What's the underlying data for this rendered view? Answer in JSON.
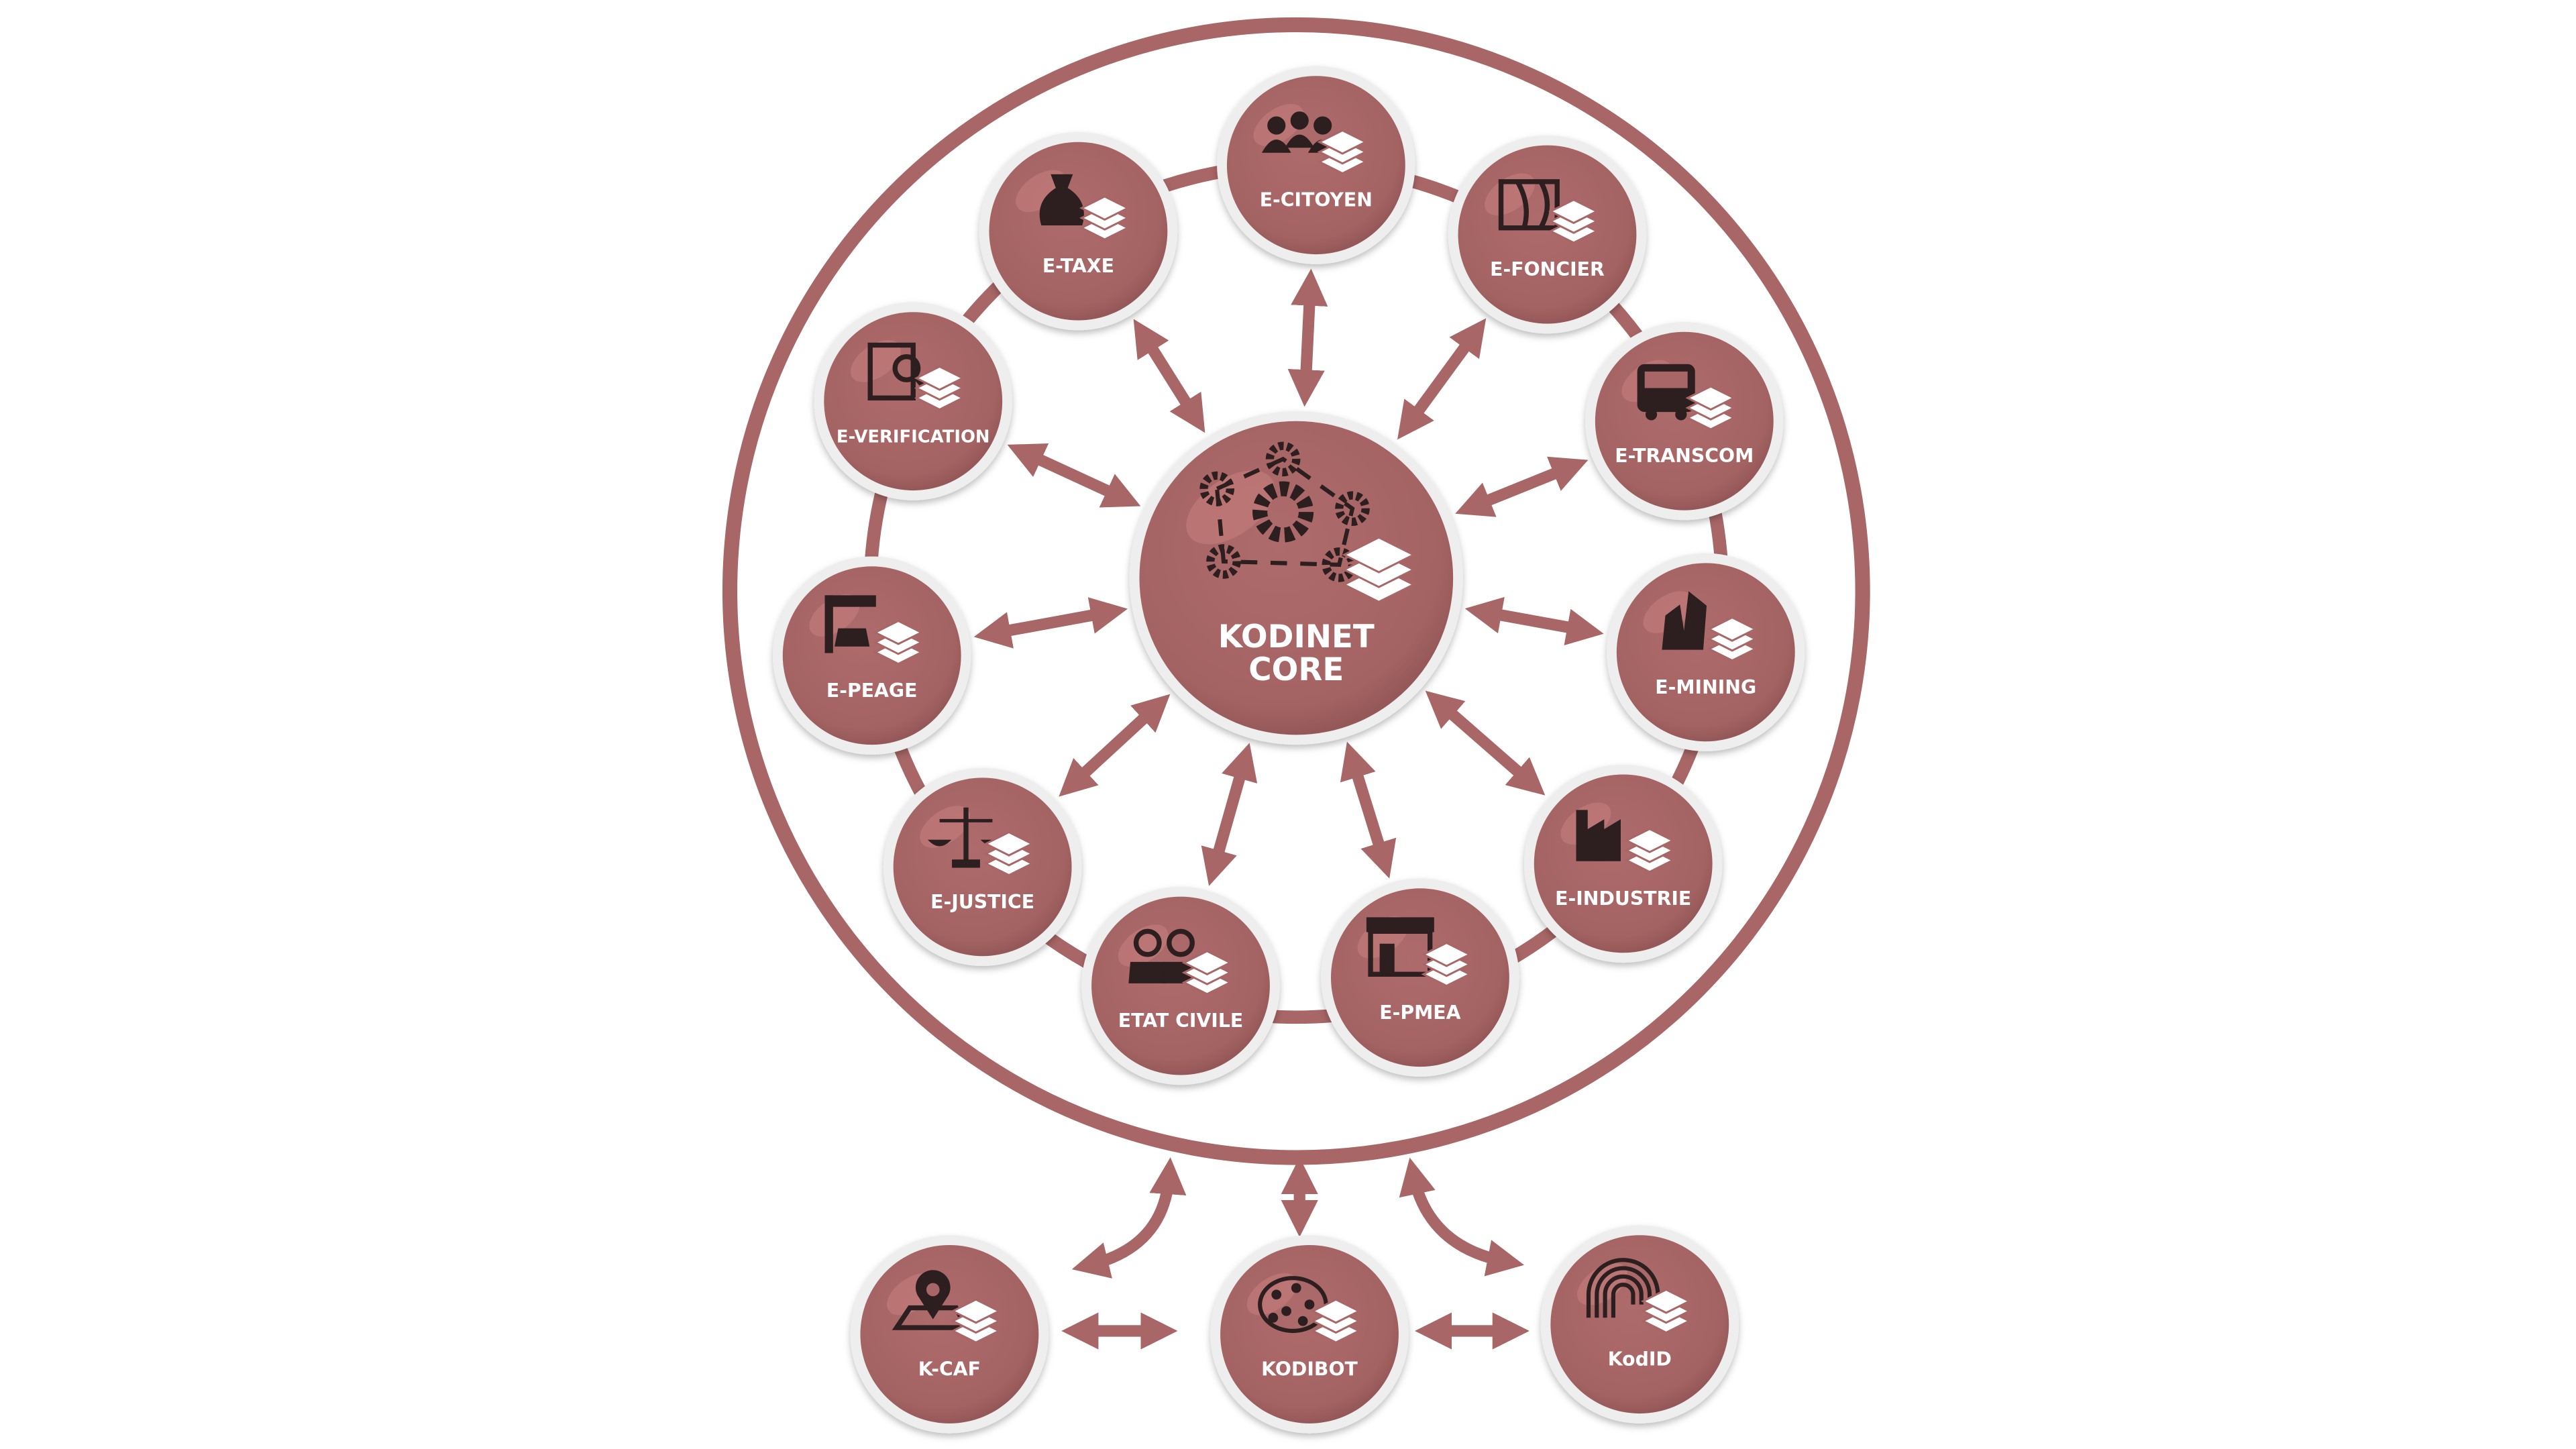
{
  "colors": {
    "primary": "#a86666",
    "primary_dark": "#955858",
    "highlight": "#c27a7a",
    "icon": "#2d1f1f",
    "rim": "#eeeeee",
    "text": "#ffffff"
  },
  "core": {
    "label_line1": "KODINET",
    "label_line2": "CORE",
    "icon": "gear-network-icon"
  },
  "modules": [
    {
      "label": "E-CITOYEN",
      "icon": "people-icon"
    },
    {
      "label": "E-TAXE",
      "icon": "money-bag-icon"
    },
    {
      "label": "E-FONCIER",
      "icon": "land-map-icon"
    },
    {
      "label": "E-TRANSCOM",
      "icon": "bus-icon"
    },
    {
      "label": "E-VERIFICATION",
      "icon": "clipboard-search-icon"
    },
    {
      "label": "E-MINING",
      "icon": "crystal-icon"
    },
    {
      "label": "E-PEAGE",
      "icon": "toll-booth-icon"
    },
    {
      "label": "E-INDUSTRIE",
      "icon": "factory-icon"
    },
    {
      "label": "E-JUSTICE",
      "icon": "scales-icon"
    },
    {
      "label": "ETAT CIVILE",
      "icon": "couple-icon"
    },
    {
      "label": "E-PMEA",
      "icon": "shop-icon"
    }
  ],
  "external": [
    {
      "label": "K-CAF",
      "icon": "map-pin-icon"
    },
    {
      "label": "KODIBOT",
      "icon": "brain-network-icon"
    },
    {
      "label": "KodID",
      "icon": "fingerprint-icon"
    }
  ]
}
